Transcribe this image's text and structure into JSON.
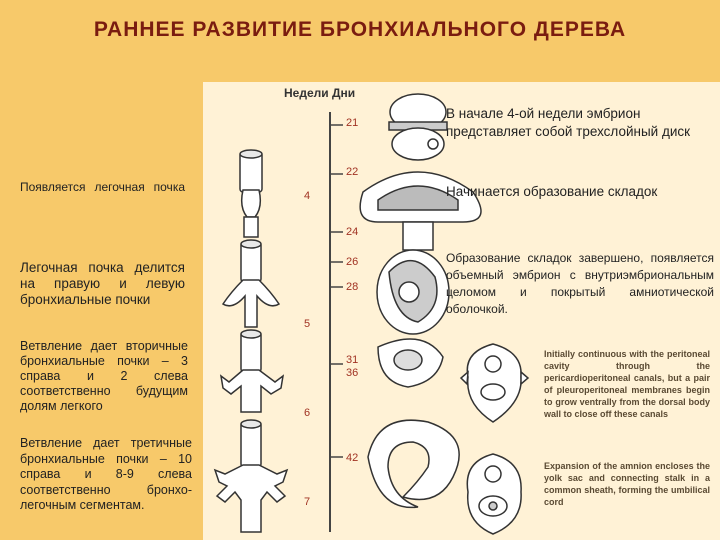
{
  "title": "РАННЕЕ РАЗВИТИЕ БРОНХИАЛЬНОГО ДЕРЕВА",
  "timeline": {
    "header": "Недели Дни",
    "weeks": [
      "4",
      "5",
      "6",
      "7"
    ],
    "days": [
      "21",
      "22",
      "24",
      "26",
      "28",
      "31",
      "36",
      "42"
    ]
  },
  "left_notes": [
    "Появляется легочная почка",
    "Легочная почка делится на правую и левую бронхиальные почки",
    "Ветвление дает вторичные бронхиальные почки – 3 справа и 2 слева соответственно будущим долям легкого",
    "Ветвление дает третичные бронхиальные почки – 10 справа и 8-9 слева соответственно бронхо-легочным сегментам."
  ],
  "right_notes": [
    "В начале 4-ой недели эмбрион представляет собой трехслойный диск",
    "Начинается образование складок",
    "Образование складок завершено, появляется объемный эмбрион с внутриэмбриональным целомом и покрытый амниотической оболочкой."
  ],
  "english_notes": [
    "Initially continuous with the peritoneal cavity through the pericardioperitoneal canals, but a pair of pleuroperitoneal membranes begin to grow ventrally from the dorsal body wall to close off these canals",
    "Expansion of the amnion encloses the yolk sac and connecting stalk in a common sheath, forming the umbilical cord"
  ]
}
